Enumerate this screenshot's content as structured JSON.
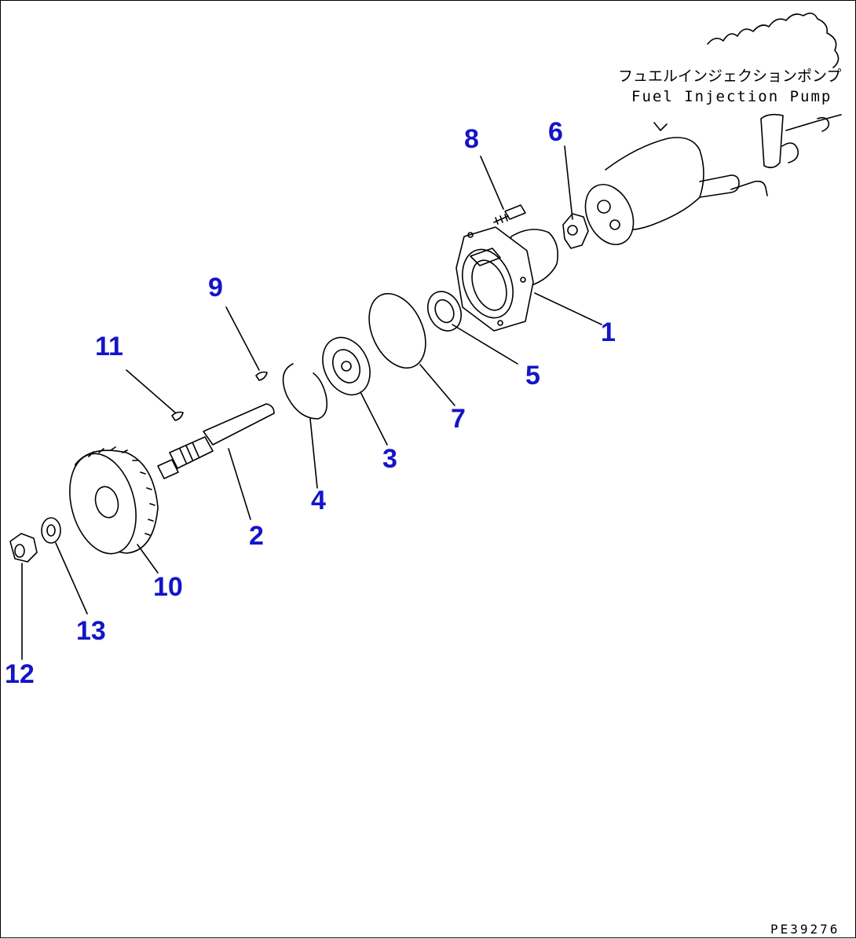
{
  "pump_label_jp": "フュエルインジェクションポンプ",
  "pump_label_en": "Fuel Injection Pump",
  "drawing_code": "PE39276",
  "callout_color": "#1414c8",
  "callouts": {
    "c1": "1",
    "c2": "2",
    "c3": "3",
    "c4": "4",
    "c5": "5",
    "c6": "6",
    "c7": "7",
    "c8": "8",
    "c9": "9",
    "c10": "10",
    "c11": "11",
    "c12": "12",
    "c13": "13"
  }
}
